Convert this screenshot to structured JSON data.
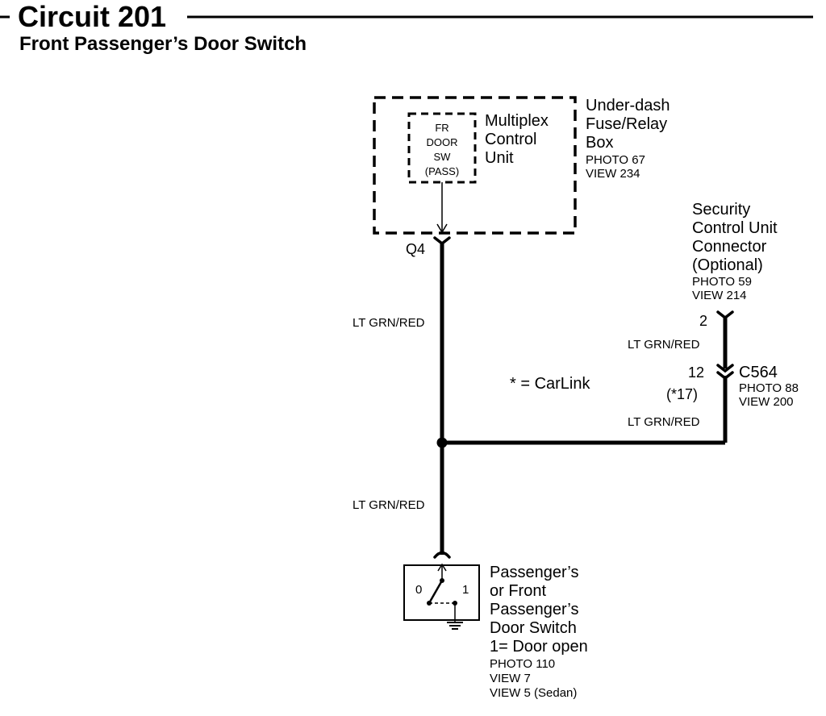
{
  "header": {
    "title": "Circuit 201",
    "subtitle": "Front Passenger’s Door Switch"
  },
  "fuse_box": {
    "name_lines": [
      "Under-dash",
      "Fuse/Relay",
      "Box"
    ],
    "photo": "PHOTO 67",
    "view": "VIEW 234"
  },
  "mcu": {
    "name_lines": [
      "Multiplex",
      "Control",
      "Unit"
    ],
    "inner_lines": [
      "FR",
      "DOOR",
      "SW",
      "(PASS)"
    ]
  },
  "pins": {
    "q4": "Q4",
    "scu_pin": "2",
    "c564_pin": "12",
    "c564_alt": "(*17)"
  },
  "security_unit": {
    "name_lines": [
      "Security",
      "Control Unit",
      "Connector",
      "(Optional)"
    ],
    "photo": "PHOTO 59",
    "view": "VIEW 214"
  },
  "connector_c564": {
    "name": "C564",
    "photo": "PHOTO 88",
    "view": "VIEW 200"
  },
  "wires": {
    "left_upper": "LT GRN/RED",
    "left_lower": "LT GRN/RED",
    "right_upper": "LT GRN/RED",
    "right_lower": "LT GRN/RED"
  },
  "legend": {
    "carlink": "* = CarLink"
  },
  "door_switch": {
    "pos0": "0",
    "pos1": "1",
    "name_lines": [
      "Passenger’s",
      "or Front",
      "Passenger’s",
      "Door Switch",
      "1= Door open"
    ],
    "photo": "PHOTO 110",
    "view1": "VIEW 7",
    "view2": "VIEW 5 (Sedan)"
  }
}
